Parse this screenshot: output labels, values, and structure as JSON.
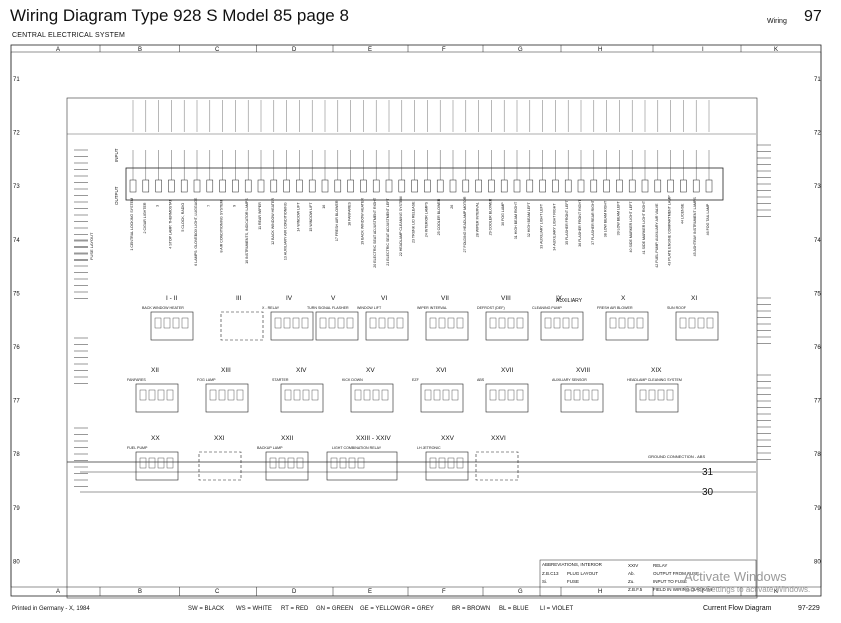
{
  "header": {
    "title": "Wiring Diagram Type 928 S Model 85 page 8",
    "subtitle": "CENTRAL ELECTRICAL SYSTEM",
    "section": "Wiring",
    "page_number": "97"
  },
  "grid": {
    "columns": [
      "A",
      "B",
      "C",
      "D",
      "E",
      "F",
      "G",
      "H",
      "I",
      "K"
    ],
    "rows": [
      "71",
      "72",
      "73",
      "74",
      "75",
      "76",
      "77",
      "78",
      "79",
      "80"
    ]
  },
  "relay_slots": [
    {
      "roman": "I - II",
      "name": "BACK WINDOW HEATER"
    },
    {
      "roman": "III",
      "name": ""
    },
    {
      "roman": "IV",
      "name": "X - RELAY"
    },
    {
      "roman": "V",
      "name": "TURN SIGNAL FLASHER"
    },
    {
      "roman": "VI",
      "name": "WINDOW LIFT"
    },
    {
      "roman": "VII",
      "name": "WIPER INTERVAL"
    },
    {
      "roman": "VIII",
      "name": "DEFROST (DEF)"
    },
    {
      "roman": "IX",
      "name": "CLEANING PUMP"
    },
    {
      "roman": "X",
      "name": "FRESH AIR BLOWER"
    },
    {
      "roman": "XI",
      "name": "SUN ROOF"
    },
    {
      "roman": "XII",
      "name": "FANFARES"
    },
    {
      "roman": "XIII",
      "name": "FOG LAMP"
    },
    {
      "roman": "XIV",
      "name": "STARTER"
    },
    {
      "roman": "XV",
      "name": "KICK DOWN"
    },
    {
      "roman": "XVI",
      "name": "EZF"
    },
    {
      "roman": "XVII",
      "name": "ABS"
    },
    {
      "roman": "XVIII",
      "name": "AUXILIARY SENSOR"
    },
    {
      "roman": "XIX",
      "name": "HEADLAMP CLEANING SYSTEM"
    },
    {
      "roman": "XX",
      "name": "FUEL PUMP"
    },
    {
      "roman": "XXI",
      "name": ""
    },
    {
      "roman": "XXII",
      "name": "BACKUP LAMP"
    },
    {
      "roman": "XXIII - XXIV",
      "name": "LIGHT COMBINATION RELAY"
    },
    {
      "roman": "XXV",
      "name": "LH JETRONIC"
    },
    {
      "roman": "XXVI",
      "name": ""
    }
  ],
  "fuses": [
    "1 CENTRAL LOCKING SYSTEM",
    "2 CIGAR LIGHTER",
    "3",
    "4 STOP LAMP, THERMOSTAT",
    "5 CLOCK, RADIO",
    "6 LAMPS: GLOVEBOX LIGHT, LUGGAGE",
    "7",
    "8 AIR CONDITIONING SYSTEM",
    "9",
    "10 INSTRUMENTS, INDICATOR LAMPS",
    "11 REAR WIPER",
    "12 BACK WINDOW HEATER",
    "13 AUXILIARY AIR CONDITIONING",
    "14 WINDOW LIFT",
    "15 WINDOW LIFT",
    "16",
    "17 FRESH AIR BLOWER",
    "18 FANFARES",
    "19 BACK WINDOW HEATER",
    "20 ELECTRIC SEAT ADJUSTMENT RIGHT",
    "21 ELECTRIC SEAT ADJUSTMENT LEFT",
    "22 HEADLAMP CLEANING SYSTEM",
    "23 TRUNK LID RELEASE",
    "24 INTERIOR LAMPS",
    "25 COOLER BLOWER",
    "26",
    "27 FOLDING HEADLAMP MOTOR",
    "28 WIPER INTERVAL",
    "29 COOLER BLOWER",
    "30 FOG LAMP",
    "31 HIGH BEAM RIGHT",
    "32 HIGH BEAM LEFT",
    "33 AUXILIARY LIGHT LEFT",
    "34 AUXILIARY LIGHT RIGHT",
    "35 FLASHER FRONT LEFT",
    "36 FLASHER FRONT RIGHT",
    "37 FLASHER REAR RIGHT",
    "38 LOW BEAM RIGHT",
    "39 LOW BEAM LEFT",
    "40 SIDE MARKER LIGHT LEFT",
    "41 SIDE MARKER LIGHT RIGHT",
    "42 FUEL PUMP, AUXILIARY AIR VALVE",
    "43 PLATE ENGINE COMPARTMENT LAMP",
    "44 LICENSE",
    "45 ASHTRAY INSTRUMENT LAMPS",
    "46 FOG TAIL LAMP"
  ],
  "labels": {
    "input": "INPUT",
    "output": "OUTPUT",
    "fuse_layout": "FUSE LAYOUT",
    "auxiliary": "AUXILIARY",
    "ground": "GROUND CONNECTION - ABS",
    "terminal_31": "31",
    "terminal_30": "30"
  },
  "abbreviations": {
    "heading": "ABBREVIATIONS, INTERIOR",
    "rows": [
      {
        "code": "Z.B.C13",
        "meaning": "PLUG LAYOUT"
      },
      {
        "code": "Si.",
        "meaning": "FUSE"
      },
      {
        "code": "XXIV",
        "meaning": "RELAY"
      },
      {
        "code": "Ab.",
        "meaning": "OUTPUT FROM FUSE"
      },
      {
        "code": "Zu.",
        "meaning": "INPUT TO FUSE"
      },
      {
        "code": "Z.B.F.5",
        "meaning": "FIELD IN WIRING DIAGRAM"
      }
    ]
  },
  "footer": {
    "printed": "Printed in Germany - X, 1984",
    "colors": [
      "SW = BLACK",
      "WS = WHITE",
      "RT = RED",
      "GN = GREEN",
      "GE = YELLOW",
      "GR = GREY",
      "BR = BROWN",
      "BL = BLUE",
      "LI = VIOLET"
    ],
    "flow": "Current Flow Diagram",
    "code": "97-229"
  },
  "overlay": {
    "line1": "Activate Windows",
    "line2": "Go to Settings to activate Windows."
  }
}
